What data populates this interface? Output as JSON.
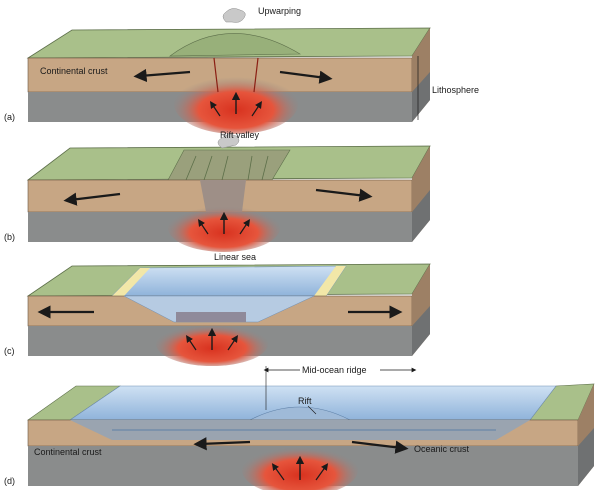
{
  "panels": [
    {
      "letter": "(a)",
      "labels": {
        "top": "Upwarping",
        "crust": "Continental crust",
        "side": "Lithosphere"
      }
    },
    {
      "letter": "(b)",
      "labels": {
        "top": "Rift valley"
      }
    },
    {
      "letter": "(c)",
      "labels": {
        "top": "Linear sea"
      }
    },
    {
      "letter": "(d)",
      "labels": {
        "ridge": "Mid-ocean ridge",
        "rift": "Rift",
        "left_crust": "Continental crust",
        "right_crust": "Oceanic crust"
      }
    }
  ],
  "colors": {
    "grass": "#a9c08a",
    "grass_dark": "#7f9a66",
    "crust": "#c7a684",
    "crust_dark": "#a8876a",
    "mantle": "#8a8c8c",
    "mantle_side": "#6f7172",
    "magma": "#e0402a",
    "water": "#b9d3ec",
    "water_deep": "#7fa6d2",
    "sand": "#f2e7a8",
    "ink": "#1a1a1a"
  }
}
